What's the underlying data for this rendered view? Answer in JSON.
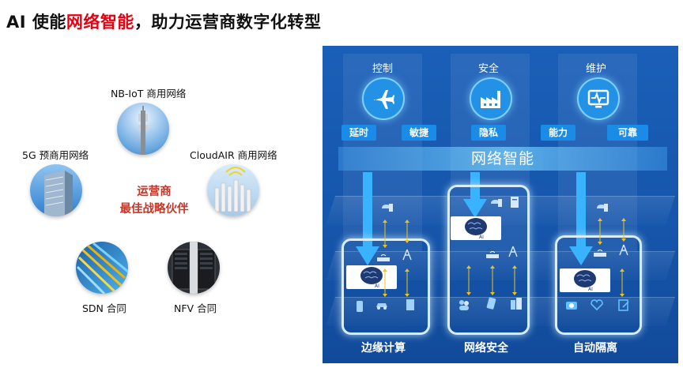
{
  "title": {
    "prefix": "AI 使能",
    "highlight": "网络智能",
    "suffix": "，助力运营商数字化转型"
  },
  "colors": {
    "highlight": "#e60012",
    "center_text": "#c0392b",
    "panel_bg": "#1656ac",
    "tag_bg": "#1a8be6"
  },
  "left": {
    "center_line1": "运营商",
    "center_line2": "最佳战略伙伴",
    "nodes": [
      {
        "label": "NB-IoT 商用网络",
        "icon": "cell-tower-photo"
      },
      {
        "label": "5G 预商用网络",
        "icon": "office-building-photo"
      },
      {
        "label": "CloudAIR 商用网络",
        "icon": "antenna-array-photo"
      },
      {
        "label": "SDN 合同",
        "icon": "fiber-cables-photo"
      },
      {
        "label": "NFV 合同",
        "icon": "server-racks-photo"
      }
    ]
  },
  "right": {
    "categories": [
      {
        "label": "控制",
        "icon": "airplane-icon"
      },
      {
        "label": "安全",
        "icon": "factory-icon"
      },
      {
        "label": "维护",
        "icon": "monitor-pulse-icon"
      }
    ],
    "tags": [
      "延时",
      "敏捷",
      "隐私",
      "能力",
      "可靠"
    ],
    "ai_bar": "网络智能",
    "brain_label": "AI",
    "bottom_labels": [
      "边缘计算",
      "网络安全",
      "自动隔离"
    ]
  }
}
